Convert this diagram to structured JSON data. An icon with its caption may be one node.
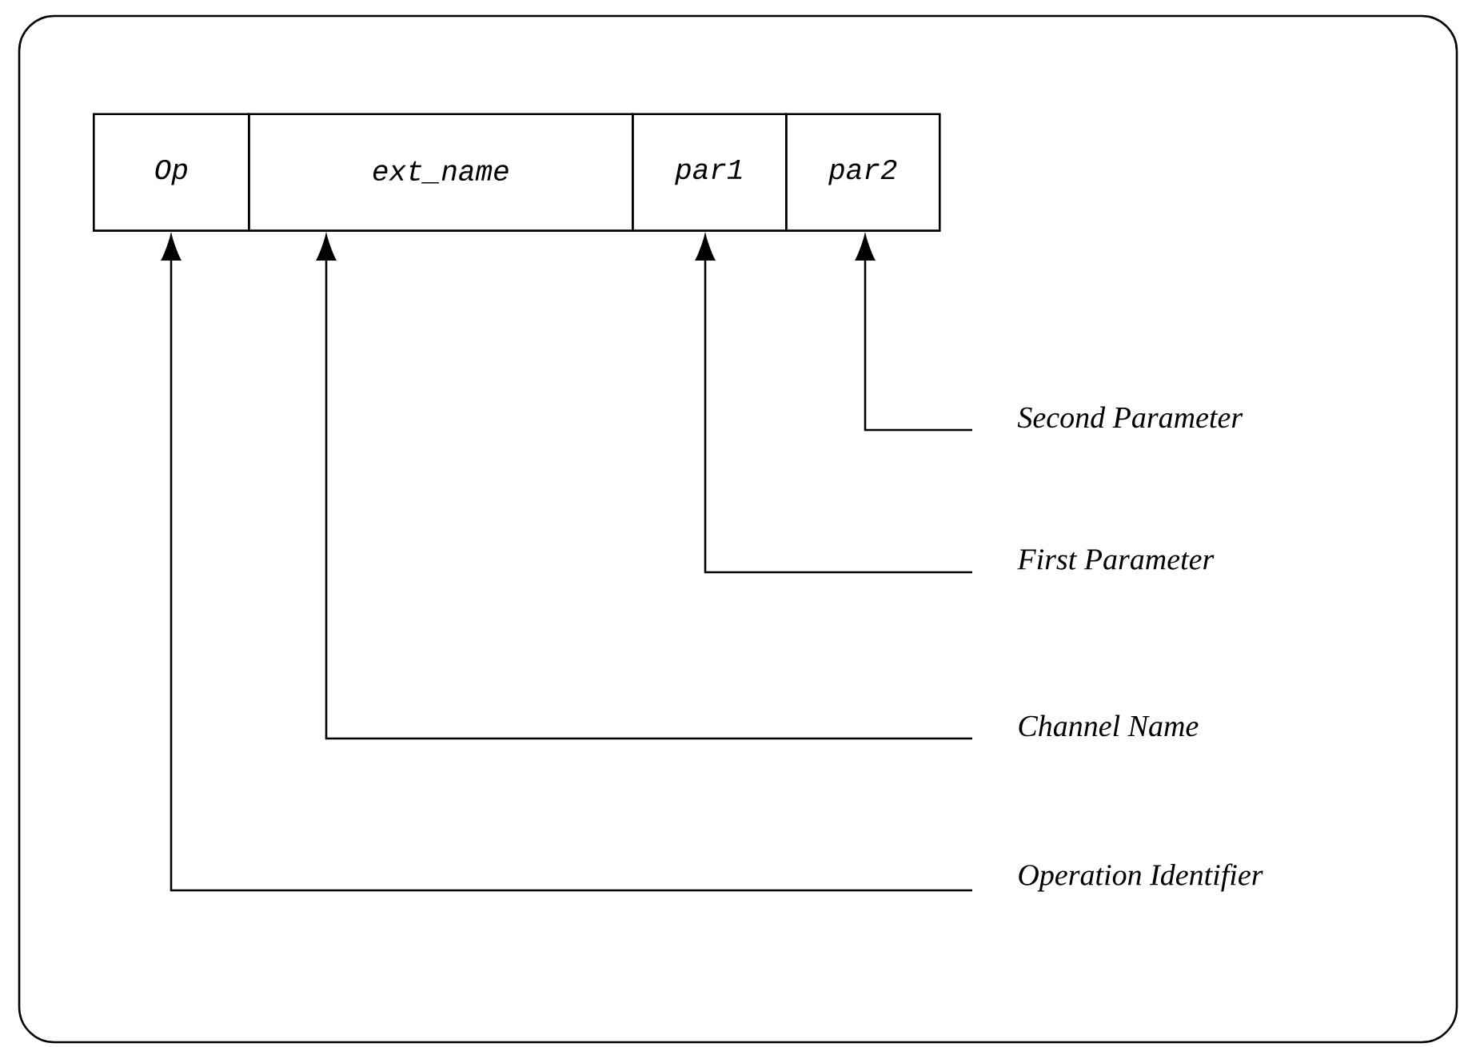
{
  "diagram": {
    "nodes": [
      {
        "text": [
          "Op"
        ]
      },
      {
        "text": [
          "ext_name"
        ]
      },
      {
        "text": [
          "par1"
        ]
      },
      {
        "text": [
          "par2"
        ]
      },
      {
        "text": [
          "Second Parameter"
        ]
      },
      {
        "text": [
          "First Parameter"
        ]
      },
      {
        "text": [
          "Channel Name"
        ]
      },
      {
        "text": [
          "Operation Identifier"
        ]
      }
    ],
    "edges": [
      {
        "from": 4,
        "to": 3,
        "arrow": "to"
      },
      {
        "from": 5,
        "to": 2,
        "arrow": "to"
      },
      {
        "from": 6,
        "to": 1,
        "arrow": "to"
      },
      {
        "from": 7,
        "to": 0,
        "arrow": "to"
      }
    ]
  }
}
